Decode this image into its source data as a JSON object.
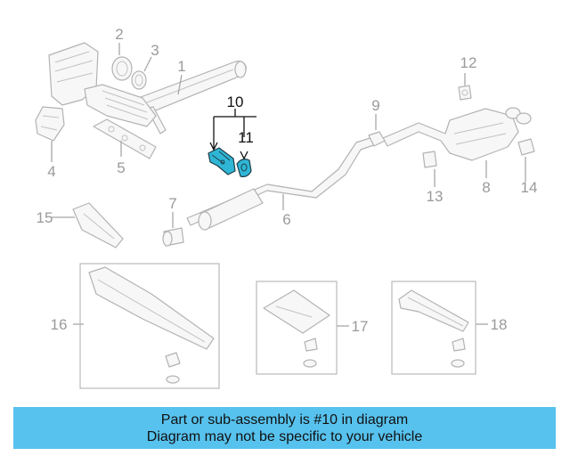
{
  "callouts": {
    "c1": "1",
    "c2": "2",
    "c3": "3",
    "c4": "4",
    "c5": "5",
    "c6": "6",
    "c7": "7",
    "c8": "8",
    "c9": "9",
    "c10": "10",
    "c11": "11",
    "c12": "12",
    "c13": "13",
    "c14": "14",
    "c15": "15",
    "c16": "16",
    "c17": "17",
    "c18": "18"
  },
  "highlighted_part": "10",
  "banner": {
    "line1": "Part or sub-assembly is #10 in diagram",
    "line2": "Diagram may not be specific to your vehicle"
  },
  "colors": {
    "banner_bg": "#57c2ee",
    "highlight": "#2fb6d6",
    "callout_inactive": "#9a9a9a",
    "callout_active": "#111111"
  }
}
